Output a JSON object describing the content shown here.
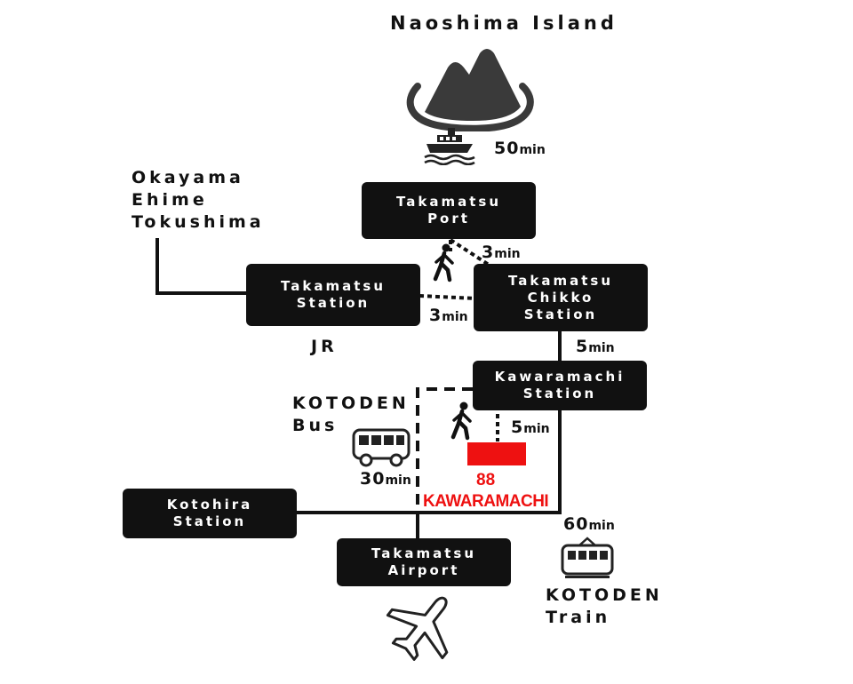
{
  "title": "Naoshima Island",
  "colors": {
    "station_bg": "#111111",
    "station_text": "#ffffff",
    "line": "#111111",
    "bus_stop": "#ee1111",
    "island": "#3a3a3a"
  },
  "stations": {
    "takamatsu_port": [
      "Takamatsu",
      "Port"
    ],
    "takamatsu_station": [
      "Takamatsu",
      "Station"
    ],
    "takamatsu_chikko": [
      "Takamatsu",
      "Chikko",
      "Station"
    ],
    "kawaramachi": [
      "Kawaramachi",
      "Station"
    ],
    "kotohira": [
      "Kotohira",
      "Station"
    ],
    "takamatsu_airport": [
      "Takamatsu",
      "Airport"
    ]
  },
  "destinations": [
    "Okayama",
    "Ehime",
    "Tokushima"
  ],
  "lines": {
    "jr": "JR",
    "kotoden_bus": [
      "KOTODEN",
      "Bus"
    ],
    "kotoden_train": [
      "KOTODEN",
      "Train"
    ]
  },
  "times": {
    "ferry": {
      "value": "50",
      "unit": "min"
    },
    "port_walk": {
      "value": "3",
      "unit": "min"
    },
    "station_walk": {
      "value": "3",
      "unit": "min"
    },
    "chikko_to_kawaramachi": {
      "value": "5",
      "unit": "min"
    },
    "kawaramachi_walk": {
      "value": "5",
      "unit": "min"
    },
    "bus": {
      "value": "30",
      "unit": "min"
    },
    "train": {
      "value": "60",
      "unit": "min"
    }
  },
  "bus_stop": {
    "number": "88",
    "name": "KAWARAMACHI"
  },
  "icons": {
    "island": "island-icon",
    "ferry": "ferry-icon",
    "walker": "walking-person-icon",
    "bus": "bus-icon",
    "train": "train-icon",
    "airplane": "airplane-icon"
  }
}
